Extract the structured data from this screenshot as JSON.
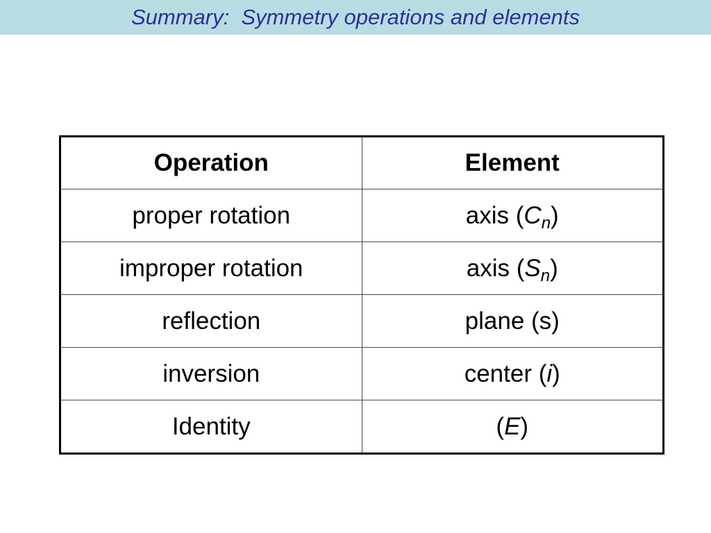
{
  "slide": {
    "title": "Summary:  Symmetry operations and elements",
    "title_color": "#2b2f9b",
    "title_bar_color": "#b7dde3"
  },
  "table": {
    "headers": [
      "Operation",
      "Element"
    ],
    "rows": [
      {
        "operation": "proper rotation",
        "element_prefix": "axis (",
        "symbol": "C",
        "subscript": "n",
        "element_suffix": ")"
      },
      {
        "operation": "improper rotation",
        "element_prefix": "axis (",
        "symbol": "S",
        "subscript": "n",
        "element_suffix": ")"
      },
      {
        "operation": "reflection",
        "element_prefix": "plane (s)",
        "symbol": "",
        "subscript": "",
        "element_suffix": ""
      },
      {
        "operation": "inversion",
        "element_prefix": "center (",
        "symbol": "i",
        "subscript": "",
        "element_suffix": ")"
      },
      {
        "operation": "Identity",
        "element_prefix": "(",
        "symbol": "E",
        "subscript": "",
        "element_suffix": ")"
      }
    ]
  }
}
